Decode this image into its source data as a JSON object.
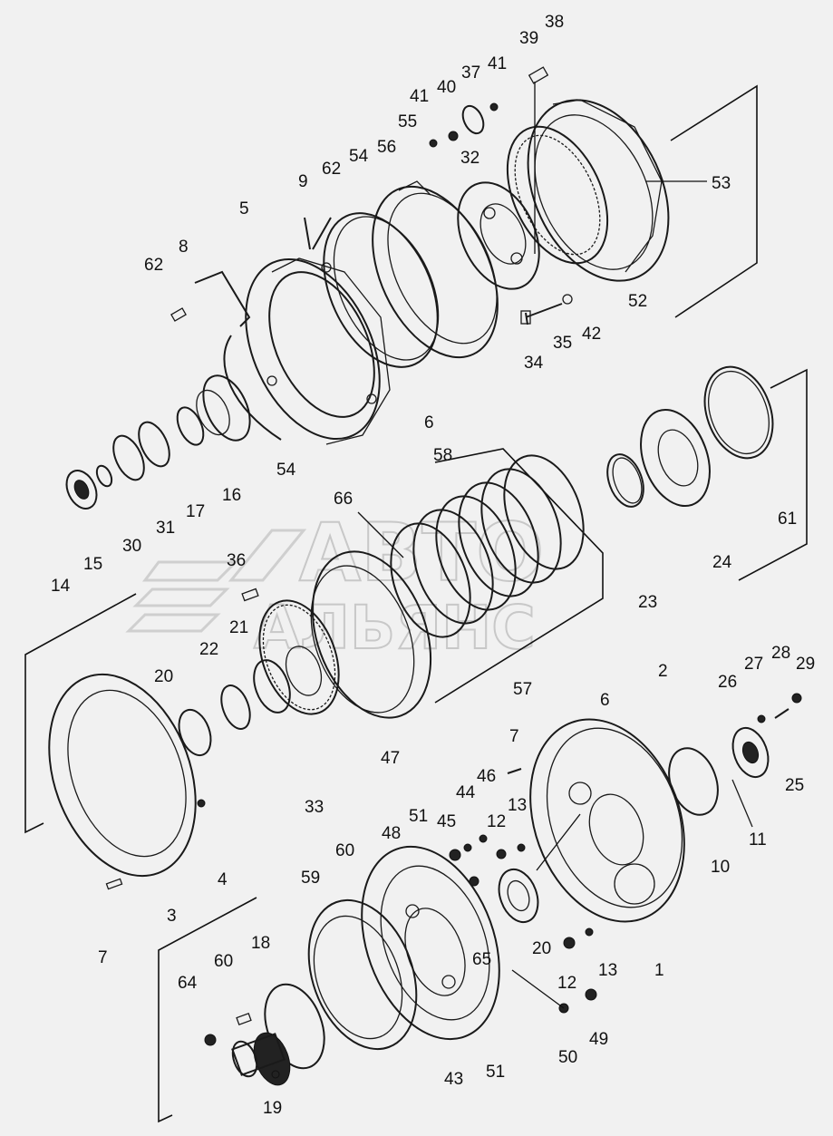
{
  "watermark": {
    "line1": "АВТО",
    "line2": "АЛЬЯНС"
  },
  "callouts": [
    {
      "id": "c38",
      "text": "38"
    },
    {
      "id": "c39",
      "text": "39"
    },
    {
      "id": "c41a",
      "text": "41"
    },
    {
      "id": "c40",
      "text": "40"
    },
    {
      "id": "c37",
      "text": "37"
    },
    {
      "id": "c41b",
      "text": "41"
    },
    {
      "id": "c55",
      "text": "55"
    },
    {
      "id": "c56",
      "text": "56"
    },
    {
      "id": "c54a",
      "text": "54"
    },
    {
      "id": "c32",
      "text": "32"
    },
    {
      "id": "c62a",
      "text": "62"
    },
    {
      "id": "c9",
      "text": "9"
    },
    {
      "id": "c5",
      "text": "5"
    },
    {
      "id": "c8",
      "text": "8"
    },
    {
      "id": "c62b",
      "text": "62"
    },
    {
      "id": "c53",
      "text": "53"
    },
    {
      "id": "c52",
      "text": "52"
    },
    {
      "id": "c42",
      "text": "42"
    },
    {
      "id": "c35",
      "text": "35"
    },
    {
      "id": "c34",
      "text": "34"
    },
    {
      "id": "c6",
      "text": "6"
    },
    {
      "id": "c54b",
      "text": "54"
    },
    {
      "id": "c16",
      "text": "16"
    },
    {
      "id": "c17",
      "text": "17"
    },
    {
      "id": "c31",
      "text": "31"
    },
    {
      "id": "c30",
      "text": "30"
    },
    {
      "id": "c15",
      "text": "15"
    },
    {
      "id": "c14",
      "text": "14"
    },
    {
      "id": "c58",
      "text": "58"
    },
    {
      "id": "c66",
      "text": "66"
    },
    {
      "id": "c61",
      "text": "61"
    },
    {
      "id": "c24",
      "text": "24"
    },
    {
      "id": "c23",
      "text": "23"
    },
    {
      "id": "c36",
      "text": "36"
    },
    {
      "id": "c21",
      "text": "21"
    },
    {
      "id": "c22",
      "text": "22"
    },
    {
      "id": "c20a",
      "text": "20"
    },
    {
      "id": "c57",
      "text": "57"
    },
    {
      "id": "c2",
      "text": "2"
    },
    {
      "id": "c6b",
      "text": "6"
    },
    {
      "id": "c29",
      "text": "29"
    },
    {
      "id": "c28",
      "text": "28"
    },
    {
      "id": "c27",
      "text": "27"
    },
    {
      "id": "c26",
      "text": "26"
    },
    {
      "id": "c47",
      "text": "47"
    },
    {
      "id": "c33",
      "text": "33"
    },
    {
      "id": "c7a",
      "text": "7"
    },
    {
      "id": "c46",
      "text": "46"
    },
    {
      "id": "c44",
      "text": "44"
    },
    {
      "id": "c13a",
      "text": "13"
    },
    {
      "id": "c25",
      "text": "25"
    },
    {
      "id": "c4",
      "text": "4"
    },
    {
      "id": "c51a",
      "text": "51"
    },
    {
      "id": "c45",
      "text": "45"
    },
    {
      "id": "c12a",
      "text": "12"
    },
    {
      "id": "c11",
      "text": "11"
    },
    {
      "id": "c10",
      "text": "10"
    },
    {
      "id": "c48",
      "text": "48"
    },
    {
      "id": "c60a",
      "text": "60"
    },
    {
      "id": "c59",
      "text": "59"
    },
    {
      "id": "c3",
      "text": "3"
    },
    {
      "id": "c7b",
      "text": "7"
    },
    {
      "id": "c20b",
      "text": "20"
    },
    {
      "id": "c1",
      "text": "1"
    },
    {
      "id": "c65",
      "text": "65"
    },
    {
      "id": "c13b",
      "text": "13"
    },
    {
      "id": "c12b",
      "text": "12"
    },
    {
      "id": "c18",
      "text": "18"
    },
    {
      "id": "c60b",
      "text": "60"
    },
    {
      "id": "c64",
      "text": "64"
    },
    {
      "id": "c49",
      "text": "49"
    },
    {
      "id": "c50",
      "text": "50"
    },
    {
      "id": "c51b",
      "text": "51"
    },
    {
      "id": "c43",
      "text": "43"
    },
    {
      "id": "c19",
      "text": "19"
    }
  ]
}
